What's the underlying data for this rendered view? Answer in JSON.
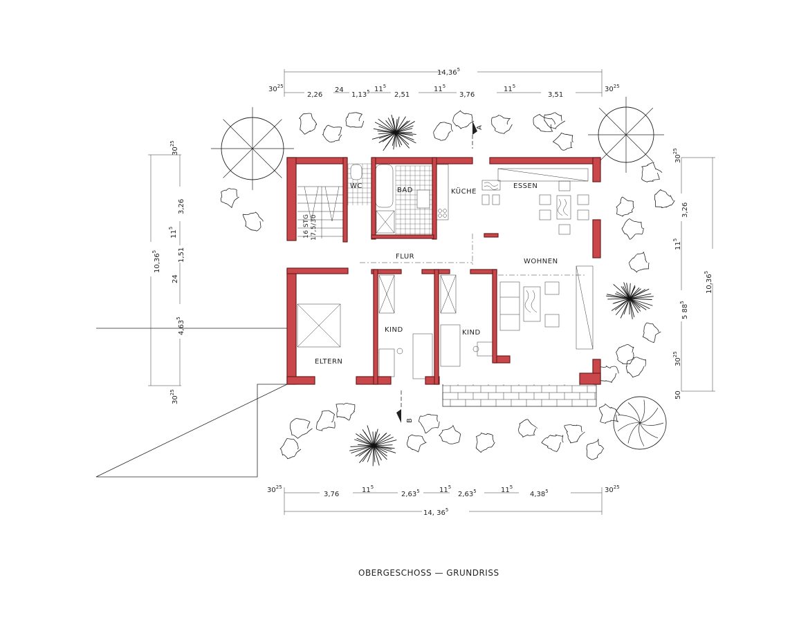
{
  "title": "OBERGESCHOSS — GRUNDRISS",
  "colors": {
    "wall": "#c9474a",
    "ink": "#222222",
    "paper": "#ffffff"
  },
  "rooms": {
    "wc": "WC",
    "bad": "BAD",
    "kueche": "KÜCHE",
    "essen": "ESSEN",
    "flur": "FLUR",
    "wohnen": "WOHNEN",
    "kind1": "KIND",
    "kind2": "KIND",
    "eltern": "ELTERN",
    "stairs_line1": "16 STG",
    "stairs_line2": "17,5/30"
  },
  "section_markers": {
    "a": "A",
    "b": "B"
  },
  "dimensions": {
    "top": {
      "total": {
        "base": "14,36",
        "sup": "5"
      },
      "segments": [
        {
          "base": "30",
          "sup": "25"
        },
        {
          "base": "2,26",
          "sup": ""
        },
        {
          "base": "24",
          "sup": ""
        },
        {
          "base": "1,13",
          "sup": "5"
        },
        {
          "base": "11",
          "sup": "5"
        },
        {
          "base": "2,51",
          "sup": ""
        },
        {
          "base": "11",
          "sup": "5"
        },
        {
          "base": "3,76",
          "sup": ""
        },
        {
          "base": "11",
          "sup": "5"
        },
        {
          "base": "3,51",
          "sup": ""
        },
        {
          "base": "30",
          "sup": "25"
        }
      ]
    },
    "bottom": {
      "total": {
        "base": "14, 36",
        "sup": "5"
      },
      "segments": [
        {
          "base": "30",
          "sup": "25"
        },
        {
          "base": "3,76",
          "sup": ""
        },
        {
          "base": "11",
          "sup": "5"
        },
        {
          "base": "2,63",
          "sup": "5"
        },
        {
          "base": "11",
          "sup": "5"
        },
        {
          "base": "2,63",
          "sup": "5"
        },
        {
          "base": "11",
          "sup": "5"
        },
        {
          "base": "4,38",
          "sup": "5"
        },
        {
          "base": "30",
          "sup": "25"
        }
      ]
    },
    "left": {
      "total": {
        "base": "10,36",
        "sup": "5"
      },
      "segments": [
        {
          "base": "30",
          "sup": "25"
        },
        {
          "base": "3,26",
          "sup": ""
        },
        {
          "base": "11",
          "sup": "5"
        },
        {
          "base": "1,51",
          "sup": ""
        },
        {
          "base": "24",
          "sup": ""
        },
        {
          "base": "4,63",
          "sup": "5"
        },
        {
          "base": "30",
          "sup": "25"
        }
      ]
    },
    "right": {
      "total": {
        "base": "10,36",
        "sup": "5"
      },
      "segments": [
        {
          "base": "30",
          "sup": "25"
        },
        {
          "base": "3,26",
          "sup": ""
        },
        {
          "base": "11",
          "sup": "5"
        },
        {
          "base": "5 88",
          "sup": "5"
        },
        {
          "base": "30",
          "sup": "25"
        },
        {
          "base": "50",
          "sup": ""
        }
      ]
    }
  }
}
